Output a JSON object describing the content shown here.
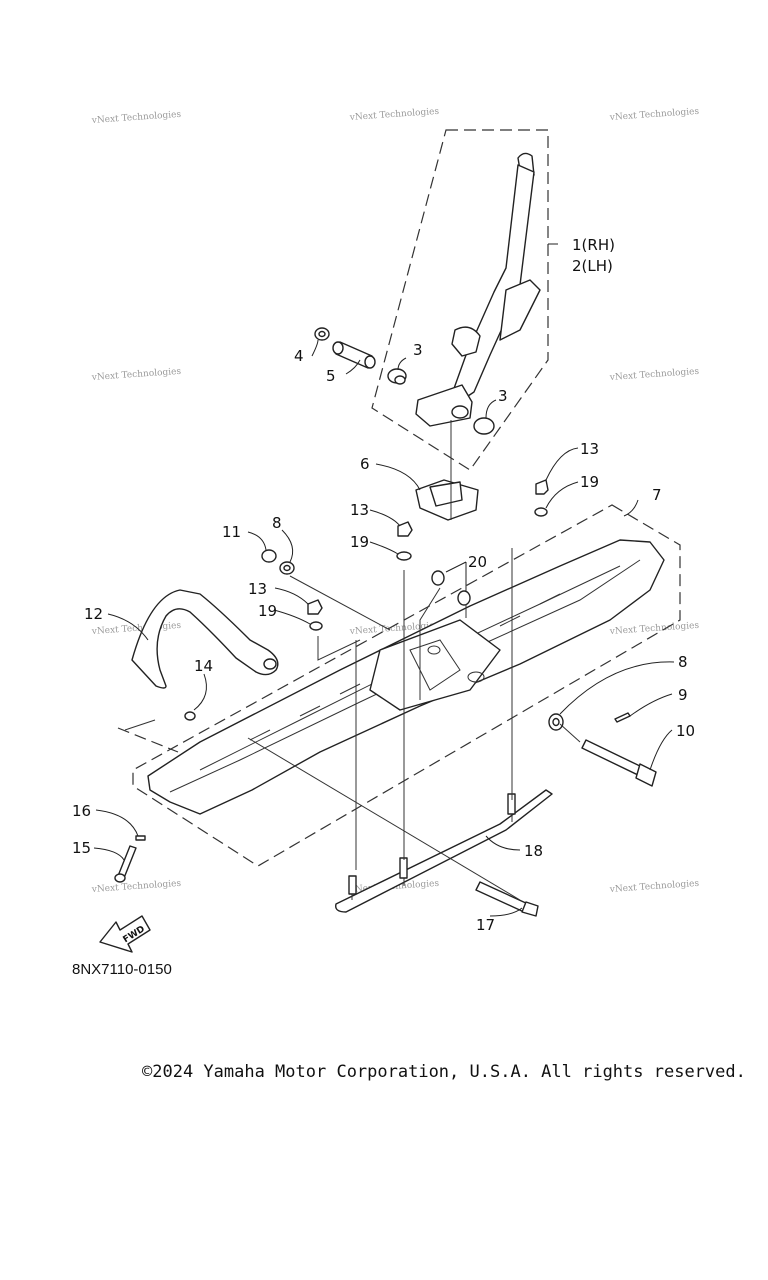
{
  "watermark": "vNext Technologies",
  "callouts": {
    "c1": "1(RH)",
    "c2": "2(LH)",
    "c3a": "3",
    "c3b": "3",
    "c4": "4",
    "c5": "5",
    "c6": "6",
    "c7": "7",
    "c8a": "8",
    "c8b": "8",
    "c9": "9",
    "c10": "10",
    "c11": "11",
    "c12": "12",
    "c13a": "13",
    "c13b": "13",
    "c13c": "13",
    "c14": "14",
    "c15": "15",
    "c16": "16",
    "c17": "17",
    "c18": "18",
    "c19a": "19",
    "c19b": "19",
    "c19c": "19",
    "c20": "20"
  },
  "fwd_label": "FWD",
  "diagram_code": "8NX7110-0150",
  "copyright": "©2024 Yamaha Motor Corporation, U.S.A. All rights reserved."
}
